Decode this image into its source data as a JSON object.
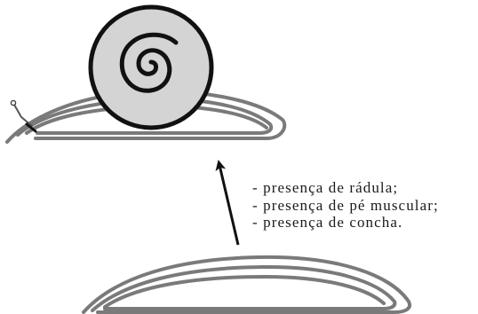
{
  "diagram": {
    "features": [
      "- presença de rádula;",
      "- presença de pé muscular;",
      "- presença de concha."
    ]
  },
  "colors": {
    "outline": "#7a7a7a",
    "shell_fill": "#d4d4d4",
    "spiral": "#111111",
    "arrow": "#111111",
    "text": "#1a1a1a"
  }
}
